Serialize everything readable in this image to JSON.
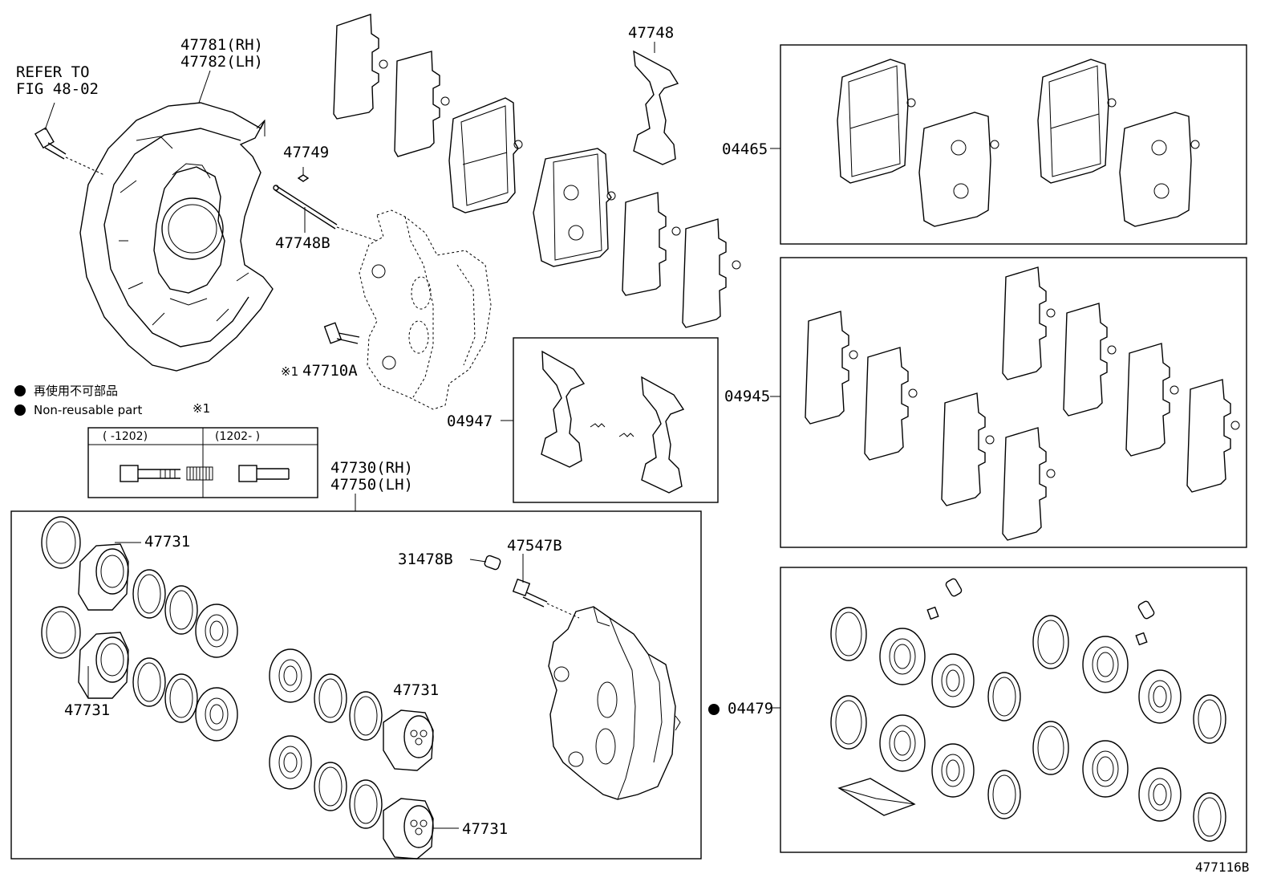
{
  "diagram_id": "477116B",
  "refer": {
    "line1": "REFER TO",
    "line2": "FIG 48-02"
  },
  "labels": {
    "shield_rh": "47781(RH)",
    "shield_lh": "47782(LH)",
    "clip_47749": "47749",
    "pin_47748b": "47748B",
    "spring_47748": "47748",
    "bolt_47710a": "47710A",
    "bolt_mark": "※1",
    "kit_04465": "04465",
    "kit_04945": "04945",
    "kit_04947": "04947",
    "kit_04479": "04479",
    "caliper_rh": "47730(RH)",
    "caliper_lh": "47750(LH)",
    "piston_a": "47731",
    "piston_b": "47731",
    "piston_c": "47731",
    "piston_d": "47731",
    "plug_31478b": "31478B",
    "valve_47547b": "47547B"
  },
  "legend": {
    "jp": "再使用不可部品",
    "en": "Non-reusable part",
    "note_mark": "※1"
  },
  "bolt_table": {
    "col1": "(     -1202)",
    "col2": "(1202-     )"
  }
}
